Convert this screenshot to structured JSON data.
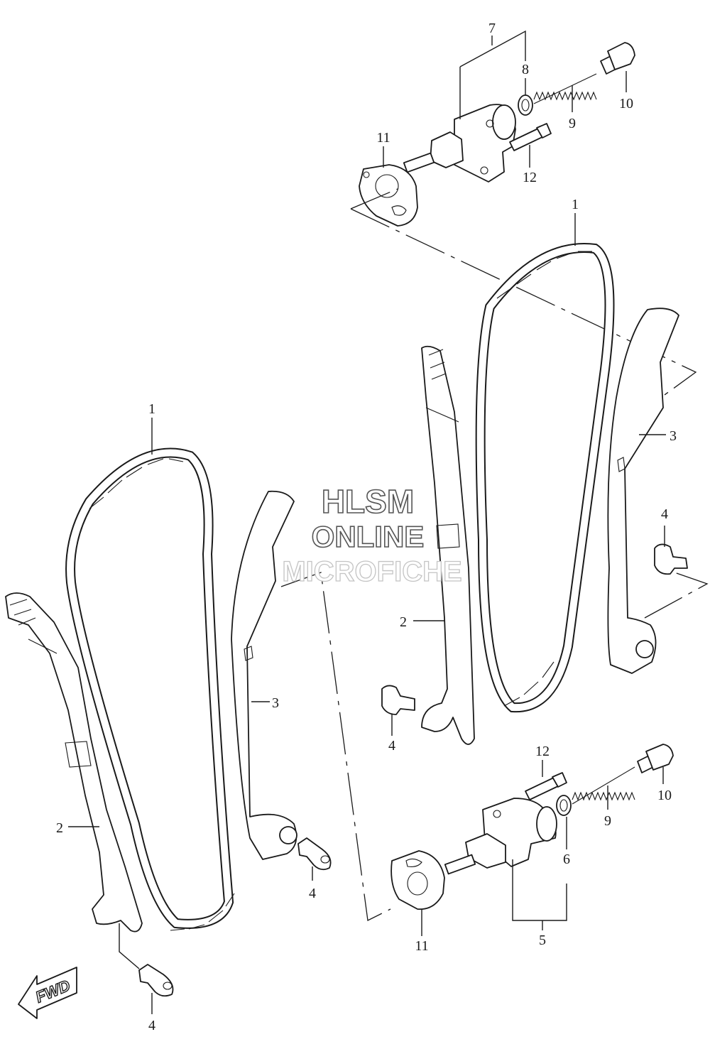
{
  "watermark": {
    "line1": "HLSM",
    "line2": "ONLINE",
    "line3": "MICROFICHE"
  },
  "fwd_label": "FWD",
  "callouts": {
    "upper_7": "7",
    "upper_8": "8",
    "upper_9": "9",
    "upper_10": "10",
    "upper_11": "11",
    "upper_12": "12",
    "right_1": "1",
    "right_2": "2",
    "right_3": "3",
    "right_4a": "4",
    "right_4b": "4",
    "left_1": "1",
    "left_2": "2",
    "left_3": "3",
    "left_4a": "4",
    "left_4b": "4",
    "lower_5": "5",
    "lower_6": "6",
    "lower_9": "9",
    "lower_10": "10",
    "lower_11": "11",
    "lower_12": "12"
  },
  "colors": {
    "line": "#1a1a1a",
    "background": "#ffffff",
    "watermark_outline": "#555555"
  }
}
